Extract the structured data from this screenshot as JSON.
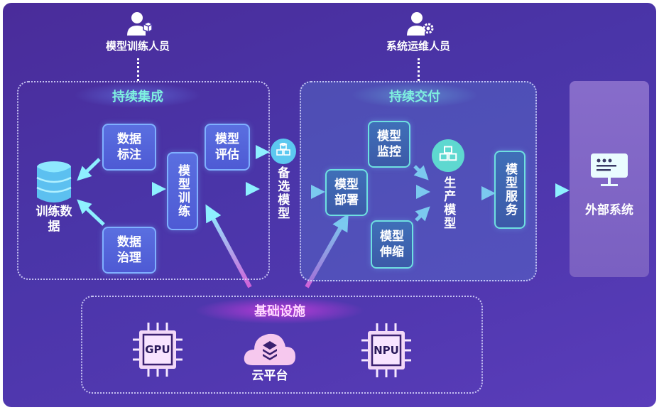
{
  "people": {
    "trainer": {
      "label": "模型训练人员",
      "icon": "user-cube-icon"
    },
    "ops": {
      "label": "系统运维人员",
      "icon": "user-gear-icon"
    }
  },
  "ci": {
    "title": "持续集成",
    "training_data": "训练数据",
    "data_labeling": "数据标注",
    "data_governance": "数据治理",
    "model_training": "模型训练",
    "model_evaluation": "模型评估"
  },
  "candidate_model": {
    "label": "备选模型",
    "icon": "cubes-icon"
  },
  "cd": {
    "title": "持续交付",
    "model_deployment": "模型部署",
    "model_monitoring": "模型监控",
    "model_scaling": "模型伸缩",
    "production_model": "生产模型",
    "model_service": "模型服务"
  },
  "external": {
    "label": "外部系统",
    "icon": "monitor-icon"
  },
  "infra": {
    "title": "基础设施",
    "gpu": "GPU",
    "npu": "NPU",
    "cloud": "云平台"
  },
  "colors": {
    "background": "#4a35a8",
    "ci_title": "#7ff0e0",
    "cd_title": "#7ff0e0",
    "infra_title": "#ffd0ff",
    "arrow": "#7fe8ff",
    "arrow_infra": "#d070e0"
  }
}
